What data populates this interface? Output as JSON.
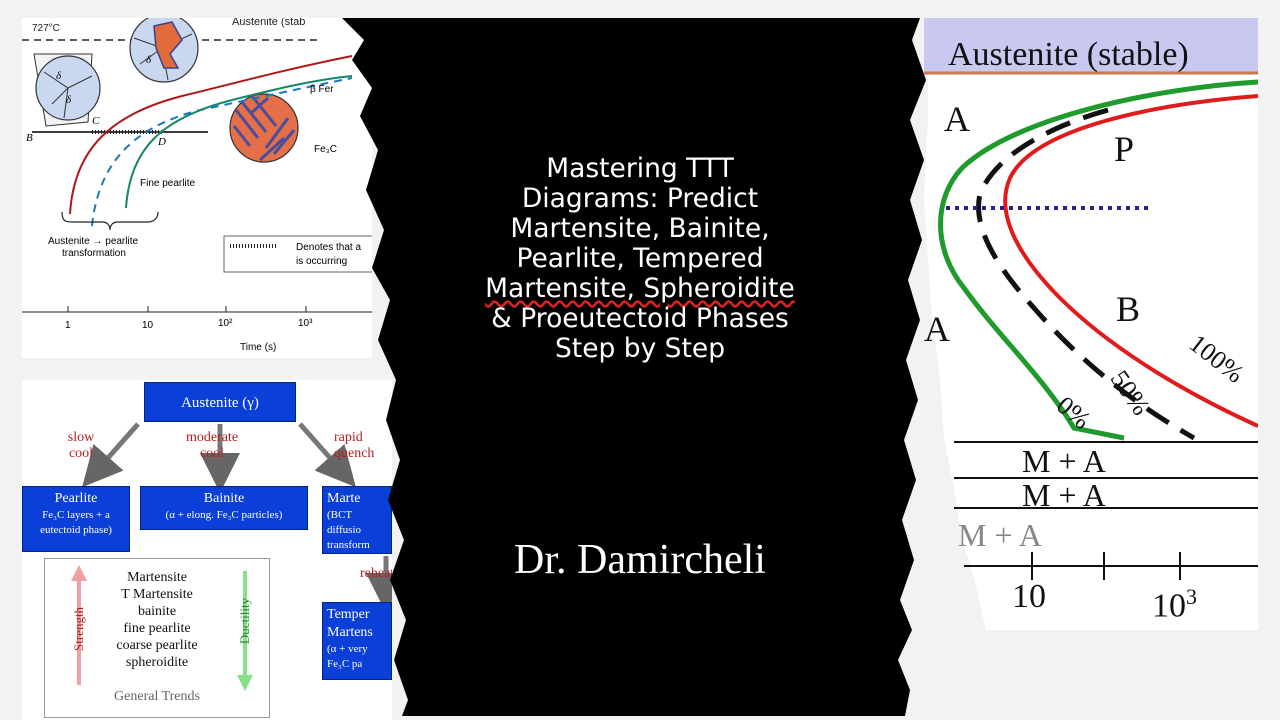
{
  "title_lines": [
    "Mastering TTT",
    "Diagrams: Predict",
    "Martensite, Bainite,",
    "Pearlite, Tempered",
    "Martensite, Spheroidite",
    "& Proeutectoid Phases",
    "Step by Step"
  ],
  "author": "Dr. Damircheli",
  "ttt_top_left": {
    "temp_727": "727°C",
    "austenite_label": "Austenite (stab",
    "delta": "δ",
    "point_B": "B",
    "point_C": "C",
    "point_D": "D",
    "beta_fe": "β Fer",
    "fe3c": "Fe₃C",
    "fine_pearlite": "Fine pearlite",
    "transform_label_1": "Austenite → pearlite",
    "transform_label_2": "transformation",
    "legend_1": "Denotes that a",
    "legend_2": "is occurring",
    "ticks": [
      "1",
      "10",
      "10²",
      "10³"
    ],
    "xlabel": "Time (s)"
  },
  "flowchart": {
    "root": "Austenite (γ)",
    "paths": [
      {
        "line1": "slow",
        "line2": "cool"
      },
      {
        "line1": "moderate",
        "line2": "cool"
      },
      {
        "line1": "rapid",
        "line2": "quench"
      }
    ],
    "pearlite_title": "Pearlite",
    "pearlite_l1": "Fe₃C layers + a",
    "pearlite_l2": "eutectoid phase)",
    "bainite_title": "Bainite",
    "bainite_l1": "(α + elong. Fe₃C particles)",
    "martensite_title": "Marte",
    "martensite_l1": "(BCT",
    "martensite_l2": "diffusio",
    "martensite_l3": "transform",
    "reheat": "reheat",
    "tempered_l1": "Temper",
    "tempered_l2": "Martens",
    "tempered_l3": "(α + very",
    "tempered_l4": "Fe₃C pa",
    "trends": [
      "Martensite",
      "T Martensite",
      "bainite",
      "fine pearlite",
      "coarse pearlite",
      "spheroidite"
    ],
    "strength": "Strength",
    "ductility": "Ductility",
    "general_trends": "General Trends"
  },
  "ttt_right": {
    "austenite_stable": "Austenite (stable)",
    "label_A_top": "A",
    "label_P": "P",
    "label_B": "B",
    "label_A_mid": "A",
    "pct_0": "0%",
    "pct_50": "50%",
    "pct_100": "100%",
    "ma_1": "M + A",
    "ma_2": "M + A",
    "ma_3": "M + A",
    "tick_10": "10",
    "tick_103": "10",
    "tick_103_exp": "3"
  },
  "colors": {
    "red_curve": "#b01818",
    "teal_curve": "#17876b",
    "blue_dash": "#1a78c2",
    "right_green": "#1f9a2c",
    "right_red": "#e11b1b",
    "right_dotted": "#2a1f8a",
    "austenite_band": "#c8c8f0",
    "box_blue": "#0a3fd8",
    "strength_arrow": "#f0a0a0",
    "ductility_arrow": "#88e088"
  }
}
